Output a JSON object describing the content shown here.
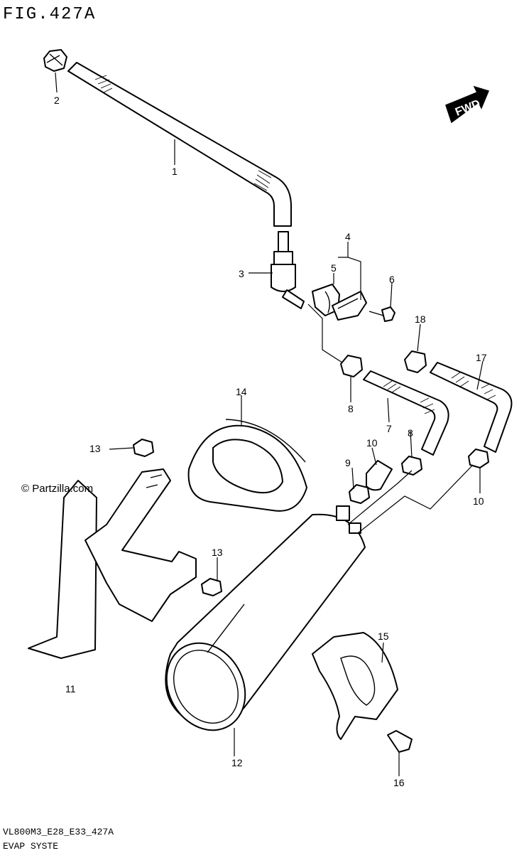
{
  "figure": {
    "title": "FIG.427A",
    "code": "VL800M3_E28_E33_427A",
    "caption": "EVAP SYSTE",
    "watermark": "© Partzilla.com",
    "fwd_label": "FWD"
  },
  "callouts": [
    {
      "id": "c1",
      "label": "1"
    },
    {
      "id": "c2",
      "label": "2"
    },
    {
      "id": "c3",
      "label": "3"
    },
    {
      "id": "c4",
      "label": "4"
    },
    {
      "id": "c5",
      "label": "5"
    },
    {
      "id": "c6",
      "label": "6"
    },
    {
      "id": "c7",
      "label": "7"
    },
    {
      "id": "c8a",
      "label": "8"
    },
    {
      "id": "c8b",
      "label": "8"
    },
    {
      "id": "c9",
      "label": "9"
    },
    {
      "id": "c10a",
      "label": "10"
    },
    {
      "id": "c10b",
      "label": "10"
    },
    {
      "id": "c11",
      "label": "11"
    },
    {
      "id": "c12",
      "label": "12"
    },
    {
      "id": "c13a",
      "label": "13"
    },
    {
      "id": "c13b",
      "label": "13"
    },
    {
      "id": "c14",
      "label": "14"
    },
    {
      "id": "c15",
      "label": "15"
    },
    {
      "id": "c16",
      "label": "16"
    },
    {
      "id": "c17",
      "label": "17"
    },
    {
      "id": "c18",
      "label": "18"
    }
  ]
}
